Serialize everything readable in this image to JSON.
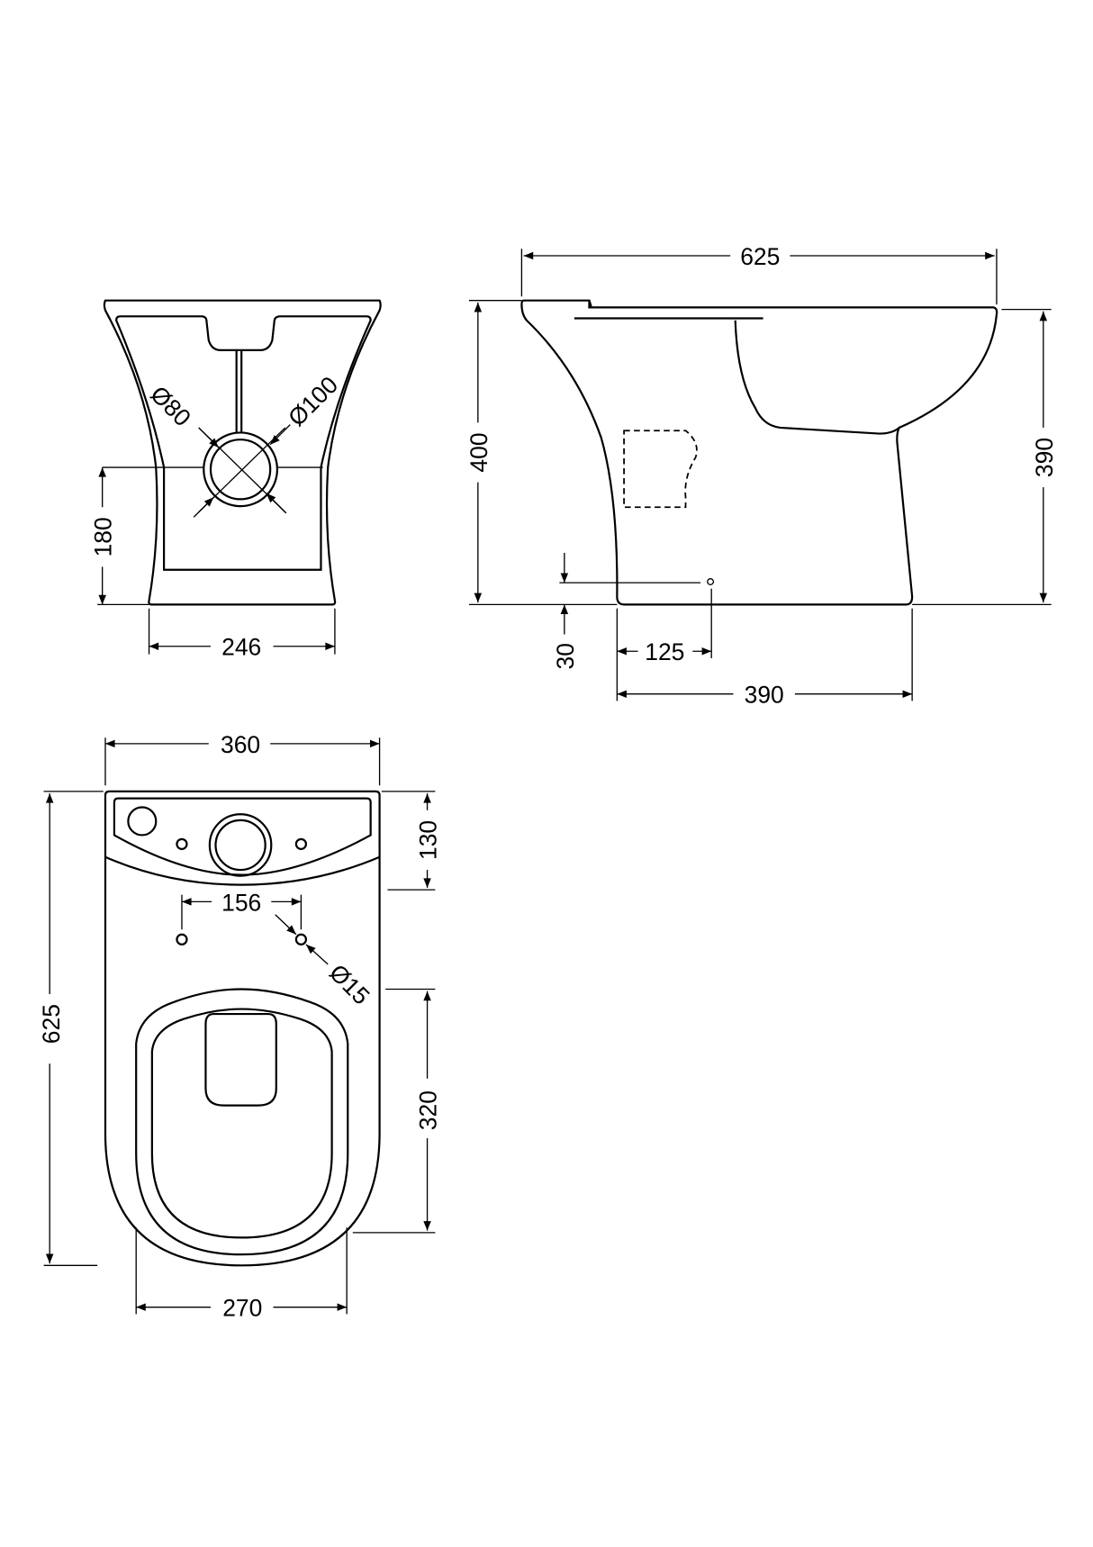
{
  "front_view": {
    "dim_height_outlet": "180",
    "dim_base_width": "246",
    "dim_dia_80": "Ø80",
    "dim_dia_100": "Ø100"
  },
  "side_view": {
    "dim_length": "625",
    "dim_height_overall": "400",
    "dim_height_rim": "390",
    "dim_outlet_height": "30",
    "dim_outlet_offset": "125",
    "dim_base_length": "390"
  },
  "top_view": {
    "dim_width": "360",
    "dim_length": "625",
    "dim_cistern_depth": "130",
    "dim_fixing_centres": "156",
    "dim_fixing_dia": "Ø15",
    "dim_seat_length": "320",
    "dim_seat_width": "270"
  },
  "colors": {
    "line": "#000000",
    "background": "#ffffff"
  }
}
